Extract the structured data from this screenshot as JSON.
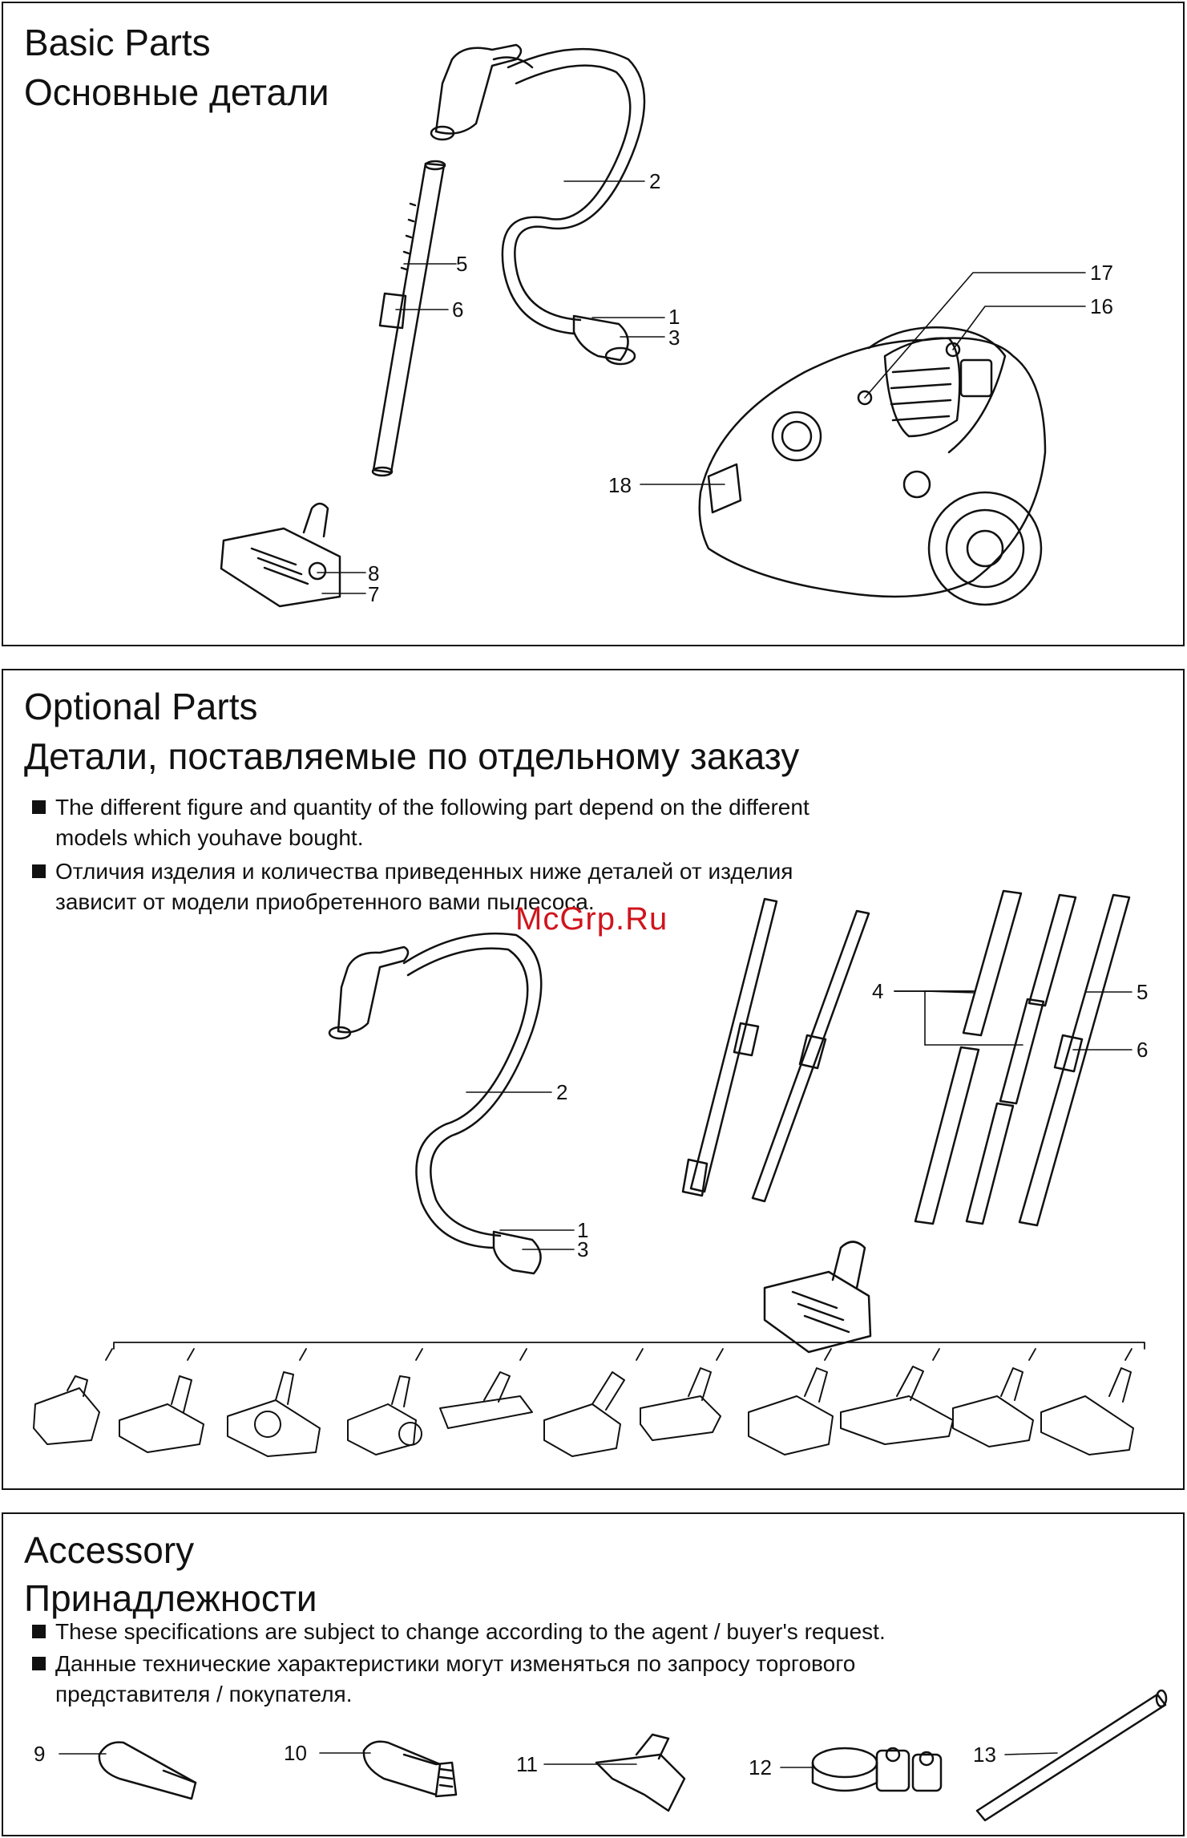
{
  "basic": {
    "title_en": "Basic Parts",
    "title_ru": "Основные детали",
    "callouts": [
      "2",
      "5",
      "6",
      "1",
      "3",
      "17",
      "16",
      "18",
      "8",
      "7"
    ]
  },
  "optional": {
    "title_en": "Optional Parts",
    "title_ru": "Детали, поставляемые по отдельному заказу",
    "note1_line1": "The different figure and quantity of the following part depend on the different",
    "note1_line2": "models which youhave bought.",
    "note2_line1": "Отличия изделия и количества приведенных ниже деталей от изделия",
    "note2_line2": "зависит от модели приобретенного вами пылесоса.",
    "callouts": [
      "2",
      "1",
      "3",
      "4",
      "5",
      "6"
    ]
  },
  "accessory": {
    "title_en": "Accessory",
    "title_ru": "Принадлежности",
    "note1": "These specifications are subject to change according to the agent / buyer's request.",
    "note2_line1": "Данные технические характеристики могут изменяться по запросу торгового",
    "note2_line2": "представителя / покупателя.",
    "callouts": [
      "9",
      "10",
      "11",
      "12",
      "13"
    ]
  },
  "watermark": "McGrp.Ru",
  "colors": {
    "line": "#111111",
    "watermark": "#d0141c"
  }
}
